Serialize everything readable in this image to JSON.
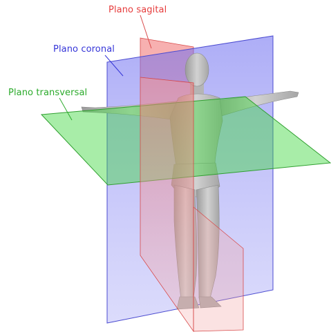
{
  "labels": {
    "sagittal": "Plano sagital",
    "coronal": "Plano coronal",
    "transverse": "Plano transversal"
  },
  "colors": {
    "sagittal": "#e63b3b",
    "coronal": "#3535d8",
    "transverse": "#2aaa2a",
    "skin": "#bdbdbd"
  }
}
